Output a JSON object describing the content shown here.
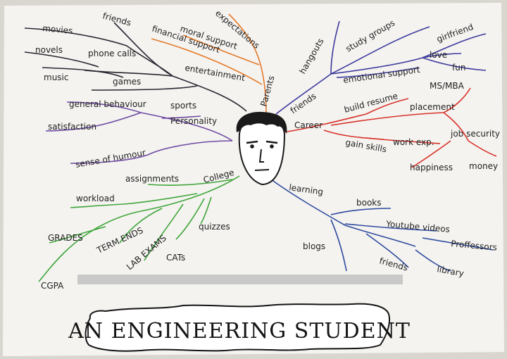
{
  "title": "AN ENGINEERING STUDENT",
  "colors": {
    "paper": "#f4f3f0",
    "ink": "#1f1f1f",
    "entertainment": "#2b2530",
    "personality": "#6f4aa3",
    "parents": "#e57a2a",
    "friends": "#3c3a9c",
    "career": "#d8332a",
    "learning": "#2e4a9e",
    "college": "#3fa53a",
    "redaction": "#c9c9c9"
  },
  "icons": {
    "center": "student-face-icon"
  },
  "branches": {
    "entertainment": {
      "label": "entertainment",
      "children": [
        "friends",
        "movies",
        "novels",
        "phone calls",
        "music",
        "games"
      ]
    },
    "personality": {
      "label": "Personality",
      "children": [
        "general behaviour",
        "sports",
        "satisfaction",
        "sense of humour"
      ]
    },
    "parents": {
      "label": "Parents",
      "children": [
        "expectations",
        "moral support",
        "financial support"
      ]
    },
    "friends": {
      "label": "friends",
      "children": [
        "hangouts",
        "study groups",
        "emotional support",
        "girlfriend",
        "love",
        "fun"
      ]
    },
    "career": {
      "label": "Career",
      "children": [
        "build resume",
        "MS/MBA",
        "placement",
        "job security",
        "gain skills",
        "work exp.",
        "happiness",
        "money"
      ]
    },
    "college": {
      "label": "College",
      "children": [
        "assignments",
        "workload",
        "GRADES",
        "TERM ENDS",
        "LAB EXAMS",
        "CATs",
        "quizzes",
        "CGPA"
      ]
    },
    "learning": {
      "label": "learning",
      "children": [
        "books",
        "Youtube videos",
        "Proffessors",
        "blogs",
        "friends",
        "library"
      ]
    }
  }
}
